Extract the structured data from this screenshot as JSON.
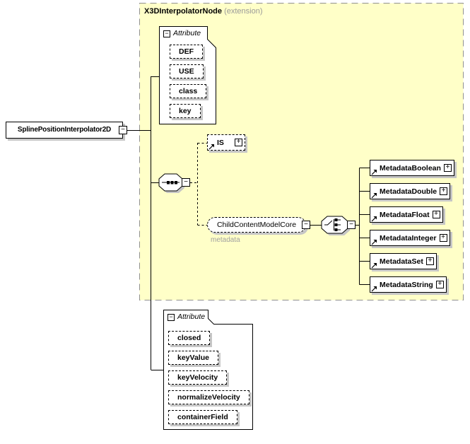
{
  "extension_frame": {
    "title": "X3DInterpolatorNode",
    "suffix": "(extension)"
  },
  "root_element": {
    "label": "SplinePositionInterpolator2D"
  },
  "attribute_group_top": {
    "header": "Attribute",
    "items": [
      "DEF",
      "USE",
      "class",
      "key"
    ]
  },
  "is_element": {
    "label": "IS"
  },
  "child_content_model": {
    "label": "ChildContentModelCore",
    "annotation": "metadata"
  },
  "metadata_elements": {
    "items": [
      "MetadataBoolean",
      "MetadataDouble",
      "MetadataFloat",
      "MetadataInteger",
      "MetadataSet",
      "MetadataString"
    ]
  },
  "attribute_group_bottom": {
    "header": "Attribute",
    "items": [
      "closed",
      "keyValue",
      "keyVelocity",
      "normalizeVelocity",
      "containerField"
    ]
  },
  "icons": {
    "collapse": "−",
    "expand": "+"
  },
  "colors": {
    "extension_fill": "#FFFFC8",
    "extension_border": "#909090",
    "box_shadow": "#C6C6C6",
    "muted_text": "#A0A0A0",
    "line": "#000000"
  }
}
